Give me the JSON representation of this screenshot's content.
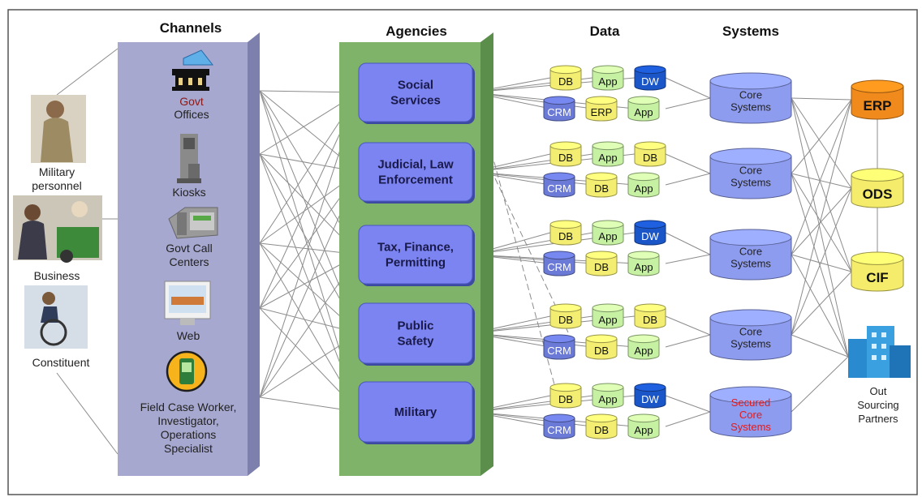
{
  "headers": {
    "channels": "Channels",
    "agencies": "Agencies",
    "data": "Data",
    "systems": "Systems"
  },
  "people": [
    {
      "label_lines": [
        "Military",
        "personnel"
      ]
    },
    {
      "label_lines": [
        "Business"
      ]
    },
    {
      "label_lines": [
        "Constituent"
      ]
    }
  ],
  "channels": [
    {
      "icon": "government-building-icon",
      "label_lines": [
        "Govt",
        "Offices"
      ]
    },
    {
      "icon": "kiosk-icon",
      "label_lines": [
        "Kiosks"
      ]
    },
    {
      "icon": "telephone-icon",
      "label_lines": [
        "Govt Call",
        "Centers"
      ]
    },
    {
      "icon": "monitor-icon",
      "label_lines": [
        "Web"
      ]
    },
    {
      "icon": "handheld-device-icon",
      "label_lines": [
        "Field Case Worker,",
        "Investigator,",
        "Operations",
        "Specialist"
      ]
    }
  ],
  "agencies": [
    {
      "label_lines": [
        "Social",
        "Services"
      ]
    },
    {
      "label_lines": [
        "Judicial, Law",
        "Enforcement"
      ]
    },
    {
      "label_lines": [
        "Tax, Finance,",
        "Permitting"
      ]
    },
    {
      "label_lines": [
        "Public",
        "Safety"
      ]
    },
    {
      "label_lines": [
        "Military"
      ]
    }
  ],
  "data_rows": [
    {
      "top": [
        "DB",
        "App",
        "DW"
      ],
      "bottom": [
        "CRM",
        "ERP",
        "App"
      ]
    },
    {
      "top": [
        "DB",
        "App",
        "DB"
      ],
      "bottom": [
        "CRM",
        "DB",
        "App"
      ]
    },
    {
      "top": [
        "DB",
        "App",
        "DW"
      ],
      "bottom": [
        "CRM",
        "DB",
        "App"
      ]
    },
    {
      "top": [
        "DB",
        "App",
        "DB"
      ],
      "bottom": [
        "CRM",
        "DB",
        "App"
      ]
    },
    {
      "top": [
        "DB",
        "App",
        "DW"
      ],
      "bottom": [
        "CRM",
        "DB",
        "App"
      ]
    }
  ],
  "systems": [
    {
      "label_lines": [
        "Core",
        "Systems"
      ],
      "secured": false
    },
    {
      "label_lines": [
        "Core",
        "Systems"
      ],
      "secured": false
    },
    {
      "label_lines": [
        "Core",
        "Systems"
      ],
      "secured": false
    },
    {
      "label_lines": [
        "Core",
        "Systems"
      ],
      "secured": false
    },
    {
      "label_lines": [
        "Secured",
        "Core",
        "Systems"
      ],
      "secured": true
    }
  ],
  "enterprise": [
    {
      "label": "ERP",
      "color": "#f08a1c"
    },
    {
      "label": "ODS",
      "color": "#f4ec6a"
    },
    {
      "label": "CIF",
      "color": "#f4ec6a"
    }
  ],
  "partners": {
    "icon": "office-building-icon",
    "label_lines": [
      "Out",
      "Sourcing",
      "Partners"
    ]
  },
  "colors": {
    "channels_panel": "#a6a8cf",
    "agencies_panel": "#7fb36a",
    "agency_box": "#7b84f0",
    "db": "#f3ee72",
    "app": "#c6f0a2",
    "dw": "#1b56c8",
    "crm": "#6a7ad6",
    "erp_small": "#f3ee72",
    "core": "#8e9cf0",
    "secured_text": "#e01b1b"
  }
}
